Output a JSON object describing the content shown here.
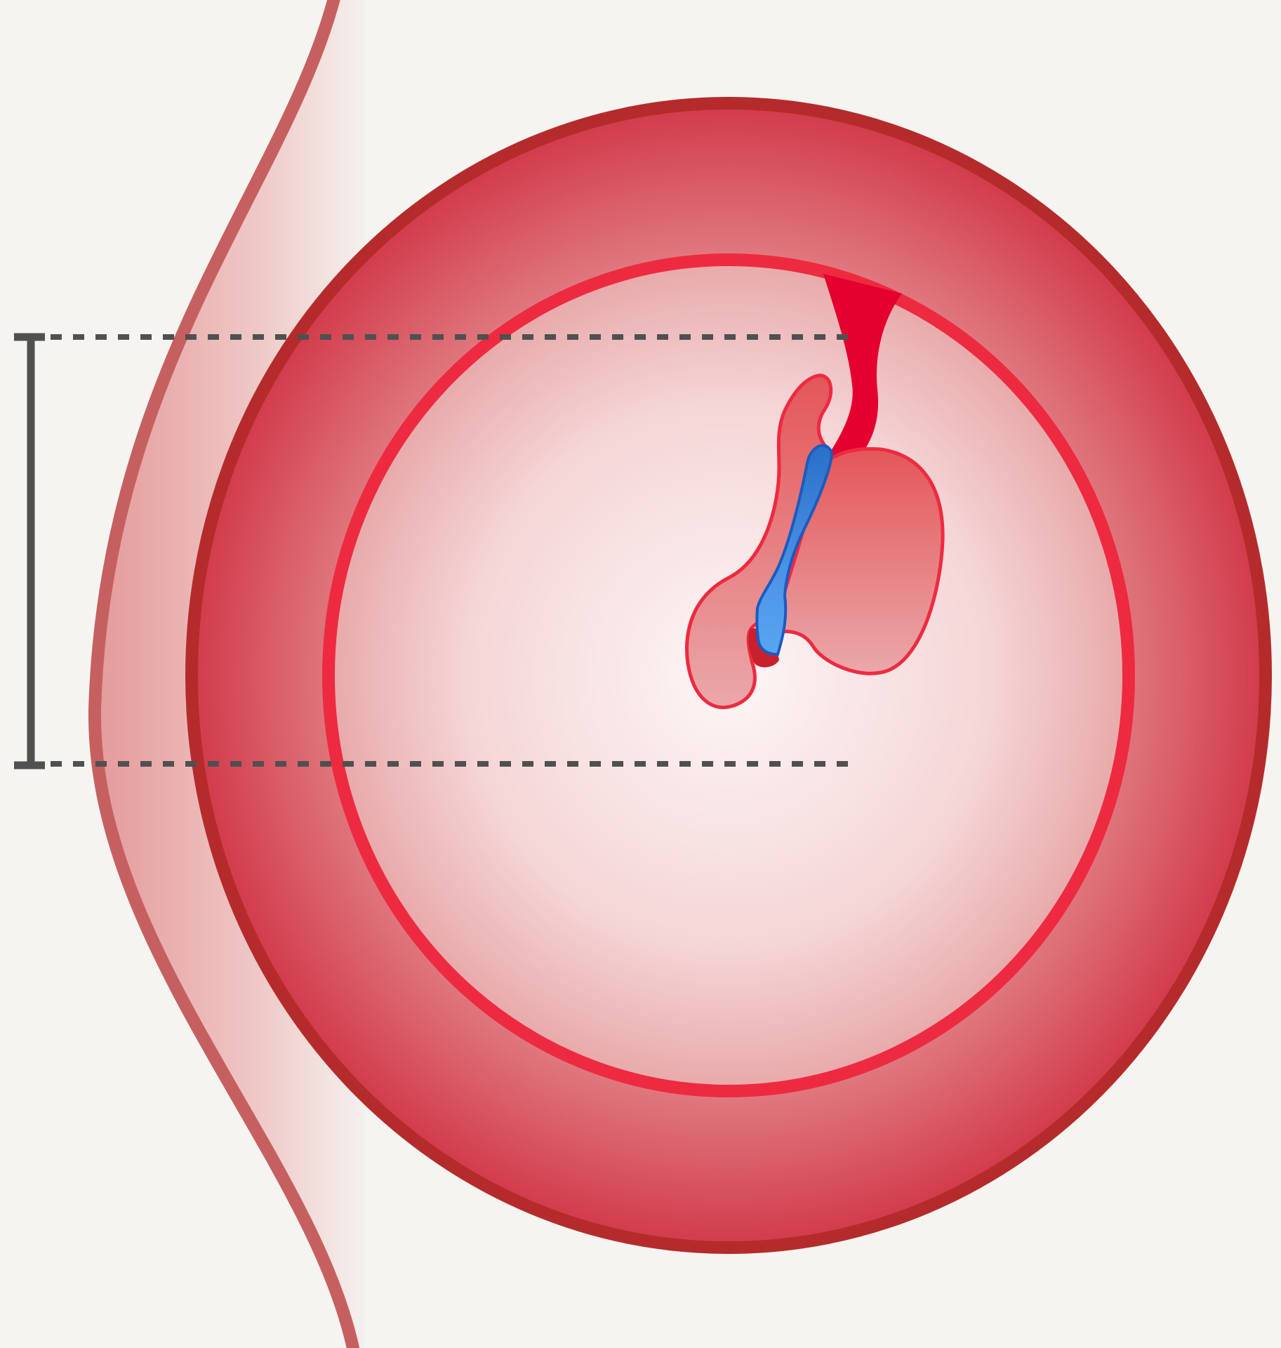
{
  "diagram": {
    "kind": "anatomical cross-section illustration",
    "labels": [],
    "colors": {
      "background": "#f5f4f0",
      "outer_ring_stroke": "#b52b2b",
      "outer_ring_fill_edge": "#d23a4a",
      "outer_ring_fill_mid": "#dc6e76",
      "inner_ring_stroke": "#ee2a40",
      "inner_fill_center": "#fdf6f6",
      "inner_fill_edge": "#ecb0b0",
      "side_wall_stroke": "#c66060",
      "structure_stroke": "#ee2a40",
      "structure_fill": "#e4666a",
      "stalk_fill": "#e4002f",
      "vessel_fill_light": "#5aa5f2",
      "vessel_fill_dark": "#2a6fc8",
      "vessel_stroke": "#1b5bbf",
      "measure_color": "#505050"
    },
    "elements": [
      "outer-wall-curve",
      "outer-ring",
      "inner-ring",
      "central-structure",
      "stalk",
      "blue-vessel",
      "measurement-bracket",
      "dashed-guide-top",
      "dashed-guide-bottom"
    ]
  }
}
